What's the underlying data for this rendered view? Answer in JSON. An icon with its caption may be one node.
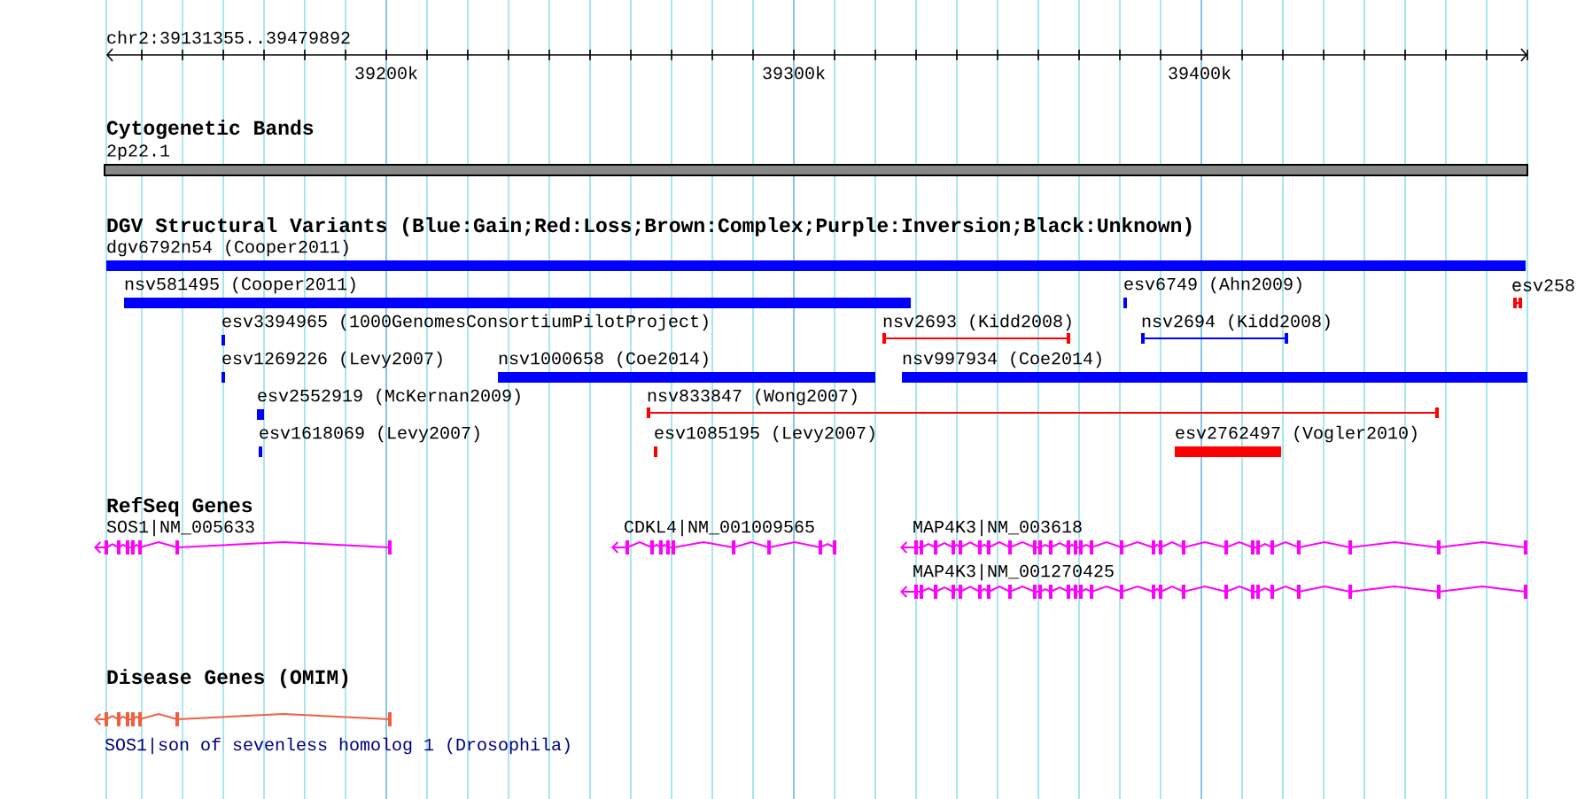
{
  "diagram": {
    "nodes": [
      {
        "text": [
          "2p22.1"
        ]
      },
      {
        "text": [
          "dgv6792n54 (Cooper2011)"
        ]
      },
      {
        "text": [
          "nsv581495 (Cooper2011)"
        ]
      },
      {
        "text": [
          "esv6749 (Ahn2009)"
        ]
      },
      {
        "text": [
          "esv258"
        ]
      },
      {
        "text": [
          "esv3394965 (1000GenomesConsortiumPilotProject)"
        ]
      },
      {
        "text": [
          "nsv2693 (Kidd2008)"
        ]
      },
      {
        "text": [
          "nsv2694 (Kidd2008)"
        ]
      },
      {
        "text": [
          "esv1269226 (Levy2007)"
        ]
      },
      {
        "text": [
          "nsv1000658 (Coe2014)"
        ]
      },
      {
        "text": [
          "nsv997934 (Coe2014)"
        ]
      },
      {
        "text": [
          "esv2552919 (McKernan2009)"
        ]
      },
      {
        "text": [
          "nsv833847 (Wong2007)"
        ]
      },
      {
        "text": [
          "esv1618069 (Levy2007)"
        ]
      },
      {
        "text": [
          "esv1085195 (Levy2007)"
        ]
      },
      {
        "text": [
          "esv2762497 (Vogler2010)"
        ]
      },
      {
        "text": [
          "SOS1|NM_005633"
        ]
      },
      {
        "text": [
          "CDKL4|NM_001009565"
        ]
      },
      {
        "text": [
          "MAP4K3|NM_003618"
        ]
      },
      {
        "text": [
          "MAP4K3|NM_001270425"
        ]
      },
      {
        "text": [
          "SOS1|son of sevenless homolog 1 (Drosophila)"
        ]
      }
    ],
    "labels": [
      "chr2:39131355..39479892",
      "39200k",
      "39300k",
      "39400k",
      "Cytogenetic Bands",
      "DGV Structural Variants (Blue:Gain;Red:Loss;Brown:Complex;Purple:Inversion;Black:Unknown)",
      "RefSeq Genes",
      "Disease Genes (OMIM)"
    ]
  }
}
